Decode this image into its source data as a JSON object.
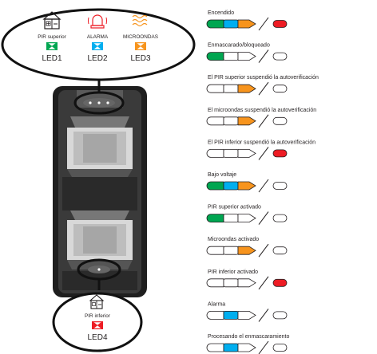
{
  "top_panel": {
    "pir_label": "PIR superior",
    "alarm_label": "ALARMA",
    "microwave_label": "MICROONDAS",
    "led1": "LED1",
    "led2": "LED2",
    "led3": "LED3"
  },
  "bottom_panel": {
    "pir_label": "PIR inferior",
    "led4": "LED4"
  },
  "colors": {
    "green": "#00a651",
    "blue": "#00aeef",
    "orange": "#f7941d",
    "red": "#ed1c24",
    "dark": "#231f20"
  },
  "legend": [
    {
      "label": "Encendido",
      "s1": "green",
      "s2": "blue",
      "s3": "orange",
      "s4": "red"
    },
    {
      "label": "Enmascarado/bloqueado",
      "s1": "green",
      "s2": "off",
      "s3": "off",
      "s4": "off"
    },
    {
      "label": "El PIR superior suspendió la autoverificación",
      "s1": "off",
      "s2": "off",
      "s3": "orange",
      "s4": "off"
    },
    {
      "label": "El microondas suspendió la autoverificación",
      "s1": "off",
      "s2": "off",
      "s3": "orange",
      "s4": "off"
    },
    {
      "label": "El PIR inferior suspendió la autoverificación",
      "s1": "off",
      "s2": "off",
      "s3": "off",
      "s4": "red"
    },
    {
      "label": "Bajo voltaje",
      "s1": "green",
      "s2": "blue",
      "s3": "orange",
      "s4": "off"
    },
    {
      "label": "PIR superior activado",
      "s1": "green",
      "s2": "off",
      "s3": "off",
      "s4": "off"
    },
    {
      "label": "Microondas activado",
      "s1": "off",
      "s2": "off",
      "s3": "orange",
      "s4": "off"
    },
    {
      "label": "PIR inferior activado",
      "s1": "off",
      "s2": "off",
      "s3": "off",
      "s4": "red"
    },
    {
      "label": "Alarma",
      "s1": "off",
      "s2": "blue",
      "s3": "off",
      "s4": "off"
    },
    {
      "label": "Procesando el enmascaramiento",
      "s1": "off",
      "s2": "blue",
      "s3": "off",
      "s4": "off"
    }
  ]
}
